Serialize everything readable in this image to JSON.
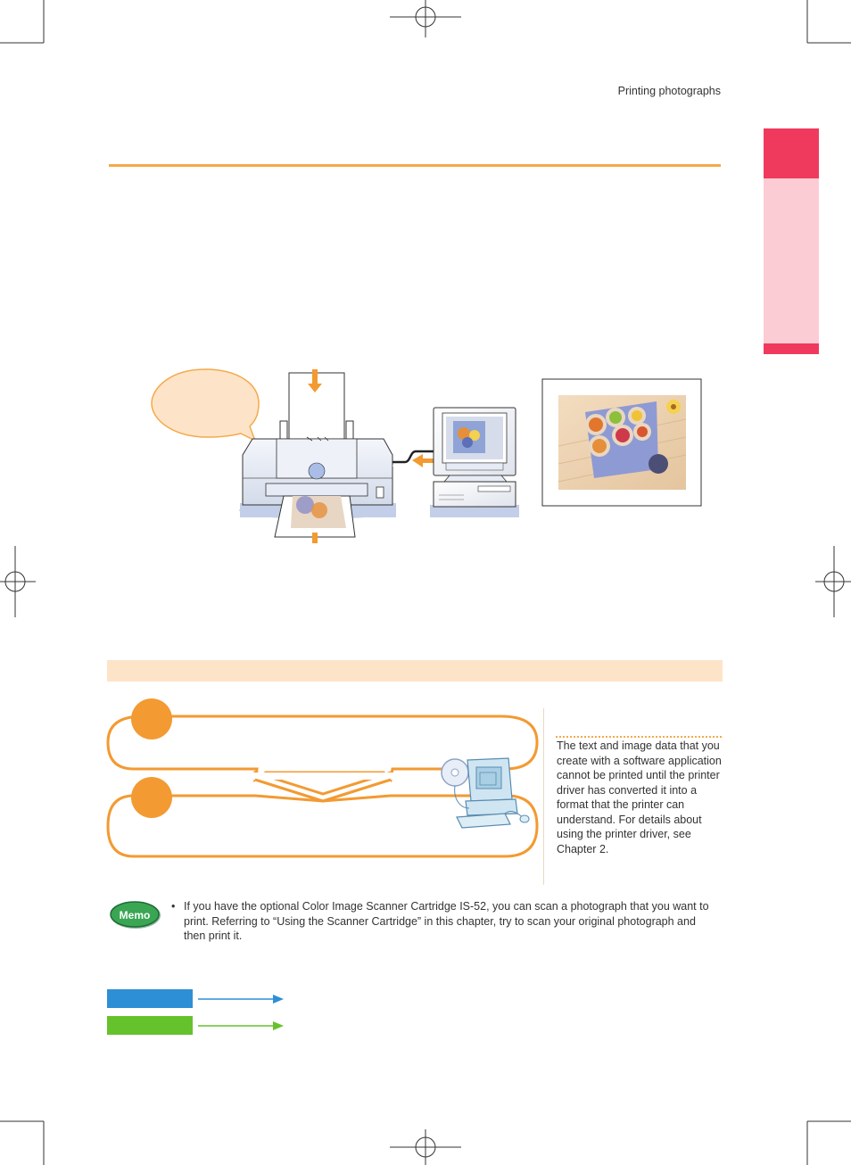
{
  "header": {
    "section_title": "Printing photographs"
  },
  "side_note": {
    "text": "The text and image data that you create with a software application cannot be printed until the printer driver has converted it into a format that the printer can understand. For details about using the printer driver, see Chapter 2."
  },
  "memo": {
    "badge_label": "Memo",
    "bullet": "•",
    "text": "If you have the optional Color Image Scanner Cartridge IS-52, you can scan a photograph that you want to print. Referring to “Using the Scanner Cartridge” in this chapter, try to scan your original photograph and then print it."
  },
  "colors": {
    "accent_orange": "#f4a94a",
    "step_circle": "#f39a32",
    "tab_pink": "#ef3a5d",
    "tab_light_pink": "#fcccd5",
    "band_peach": "#fde4c8",
    "legend_blue": "#2d8fd5",
    "legend_green": "#66c22c"
  },
  "icons": {
    "registration_mark": "crosshair-registration-icon",
    "memo_badge": "memo-badge-icon",
    "printer": "printer-illustration",
    "computer": "computer-illustration",
    "photo": "photo-illustration"
  }
}
